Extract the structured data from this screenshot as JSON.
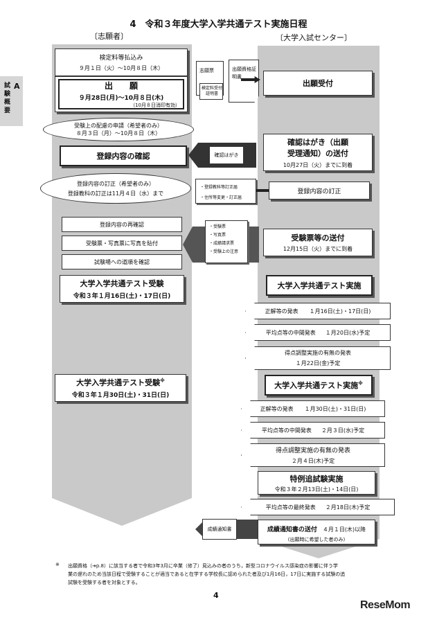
{
  "title": "4　令和３年度大学入学共通テスト実施日程",
  "left_header": "〔志願者〕",
  "right_header": "〔大学入試センター〕",
  "side_tab": {
    "letter": "A",
    "text": "試験概要"
  },
  "applicant": {
    "fee": {
      "line1": "検定料等払込み",
      "line2": "９月１日（火）～10月８日（木）"
    },
    "app": {
      "title": "出　　願",
      "dates": "９月28日(月)～10月８日(木)",
      "note": "（10月８日消印有効）"
    },
    "accommodation": {
      "line1": "受験上の配慮の申請（希望者のみ）",
      "line2": "８月３日（月）～10月８日（木）"
    },
    "confirm": "登録内容の確認",
    "correction": {
      "line1": "登録内容の訂正（希望者のみ）",
      "line2": "登録教科の訂正は11月４日（水）まで"
    },
    "reconfirm": "登録内容の再確認",
    "photo": "受験票・写真票に写真を貼付",
    "route": "試験場への道順を確認",
    "exam1": {
      "title": "大学入学共通テスト受験",
      "date": "令和３年１月16日(土)・17日(日)"
    },
    "exam2": {
      "title": "大学入学共通テスト受験",
      "mark": "※",
      "date": "令和３年１月30日(土)・31日(日)"
    }
  },
  "documents": {
    "shiganhyo": "志願票",
    "kenteiryo": "検定料受付証明書",
    "shikaku": "出願資格証明書",
    "hagaki": "確認はがき",
    "teisei1": "・登録教科等訂正届",
    "teisei2": "・住所等変更・訂正届",
    "juken": [
      "・受験票",
      "・写真票",
      "・成績請求票",
      "・受験上の注意"
    ],
    "seiseki": "成績通知書"
  },
  "center": {
    "accept": "出願受付",
    "postcard": {
      "line1": "確認はがき（出願",
      "line2": "受理通知）の送付",
      "line3": "10月27日（火）までに到着"
    },
    "correct": "登録内容の訂正",
    "ticket": {
      "line1": "受験票等の送付",
      "line2": "12月15日（火）までに到着"
    },
    "exec1": "大学入学共通テスト実施",
    "ans1": {
      "label": "正解等の発表",
      "date": "１月16日(土)・17日(日)"
    },
    "avg1": {
      "label": "平均点等の中間発表",
      "date": "１月20日(水)予定"
    },
    "adj1": {
      "label": "得点調整実施の有無の発表",
      "date": "１月22日(金)予定"
    },
    "exec2": {
      "title": "大学入学共通テスト実施",
      "mark": "※"
    },
    "ans2": {
      "label": "正解等の発表",
      "date": "１月30日(土)・31日(日)"
    },
    "avg2": {
      "label": "平均点等の中間発表",
      "date": "２月３日(水)予定"
    },
    "adj2": {
      "label": "得点調整実施の有無の発表",
      "date": "２月４日(木)予定"
    },
    "special": {
      "title": "特例追試験実施",
      "date": "令和３年２月13日(土)・14日(日)"
    },
    "final_avg": {
      "label": "平均点等の最終発表",
      "date": "２月18日(木)予定"
    },
    "results": {
      "label": "成績通知書の送付",
      "date": "４月１日(木)以降",
      "note": "(出願時に希望した者のみ)"
    }
  },
  "footnote": {
    "mark": "※",
    "line1": "出願資格（➔p.8）に該当する者で令和3年3月に卒業（修了）見込みの者のうち，新型コロナウイルス感染症の影響に伴う学",
    "line2": "業の遅れのため当該日程で受験することが適当であると在学する学校長に認められた者及び1月16日，17日に実施する試験の追",
    "line3": "試験を受験する者を対象とする。"
  },
  "page_number": "4",
  "logo": "ReseMom"
}
